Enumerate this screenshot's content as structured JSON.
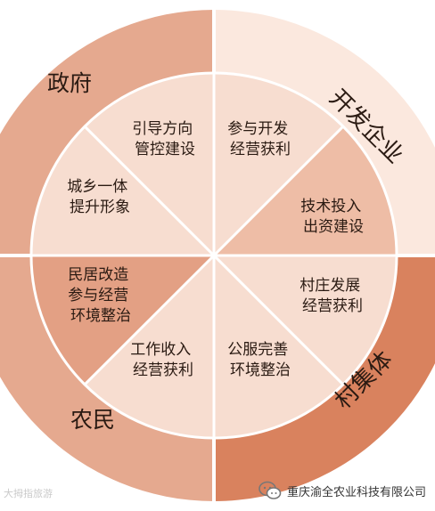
{
  "diagram": {
    "stakeholders": {
      "government": "政府",
      "developer": "开发企业",
      "collective": "村集体",
      "farmers": "农民"
    },
    "sectors": [
      {
        "id": "guide",
        "lines": [
          "引导方向",
          "管控建设"
        ]
      },
      {
        "id": "devjoin",
        "lines": [
          "参与开发",
          "经营获利"
        ]
      },
      {
        "id": "invest",
        "lines": [
          "技术投入",
          "出资建设"
        ]
      },
      {
        "id": "village",
        "lines": [
          "村庄发展",
          "经营获利"
        ]
      },
      {
        "id": "public",
        "lines": [
          "公服完善",
          "环境整治"
        ]
      },
      {
        "id": "work",
        "lines": [
          "工作收入",
          "经营获利"
        ]
      },
      {
        "id": "residence",
        "lines": [
          "民居改造",
          "参与经营",
          "环境整治"
        ]
      },
      {
        "id": "urban",
        "lines": [
          "城乡一体",
          "提升形象"
        ]
      }
    ],
    "colors": {
      "outer_ring": "#e5a98f",
      "developer_ring": "#fbe8de",
      "collective_ring": "#d9825e",
      "inner_light": "#f7ddd0",
      "inner_mid": "#eebda6",
      "inner_dark": "#e3a084",
      "divider": "#ffffff",
      "text": "#2a1a12"
    }
  },
  "footer": {
    "watermark": "大拇指旅游",
    "credit": "重庆渝全农业科技有限公司"
  }
}
